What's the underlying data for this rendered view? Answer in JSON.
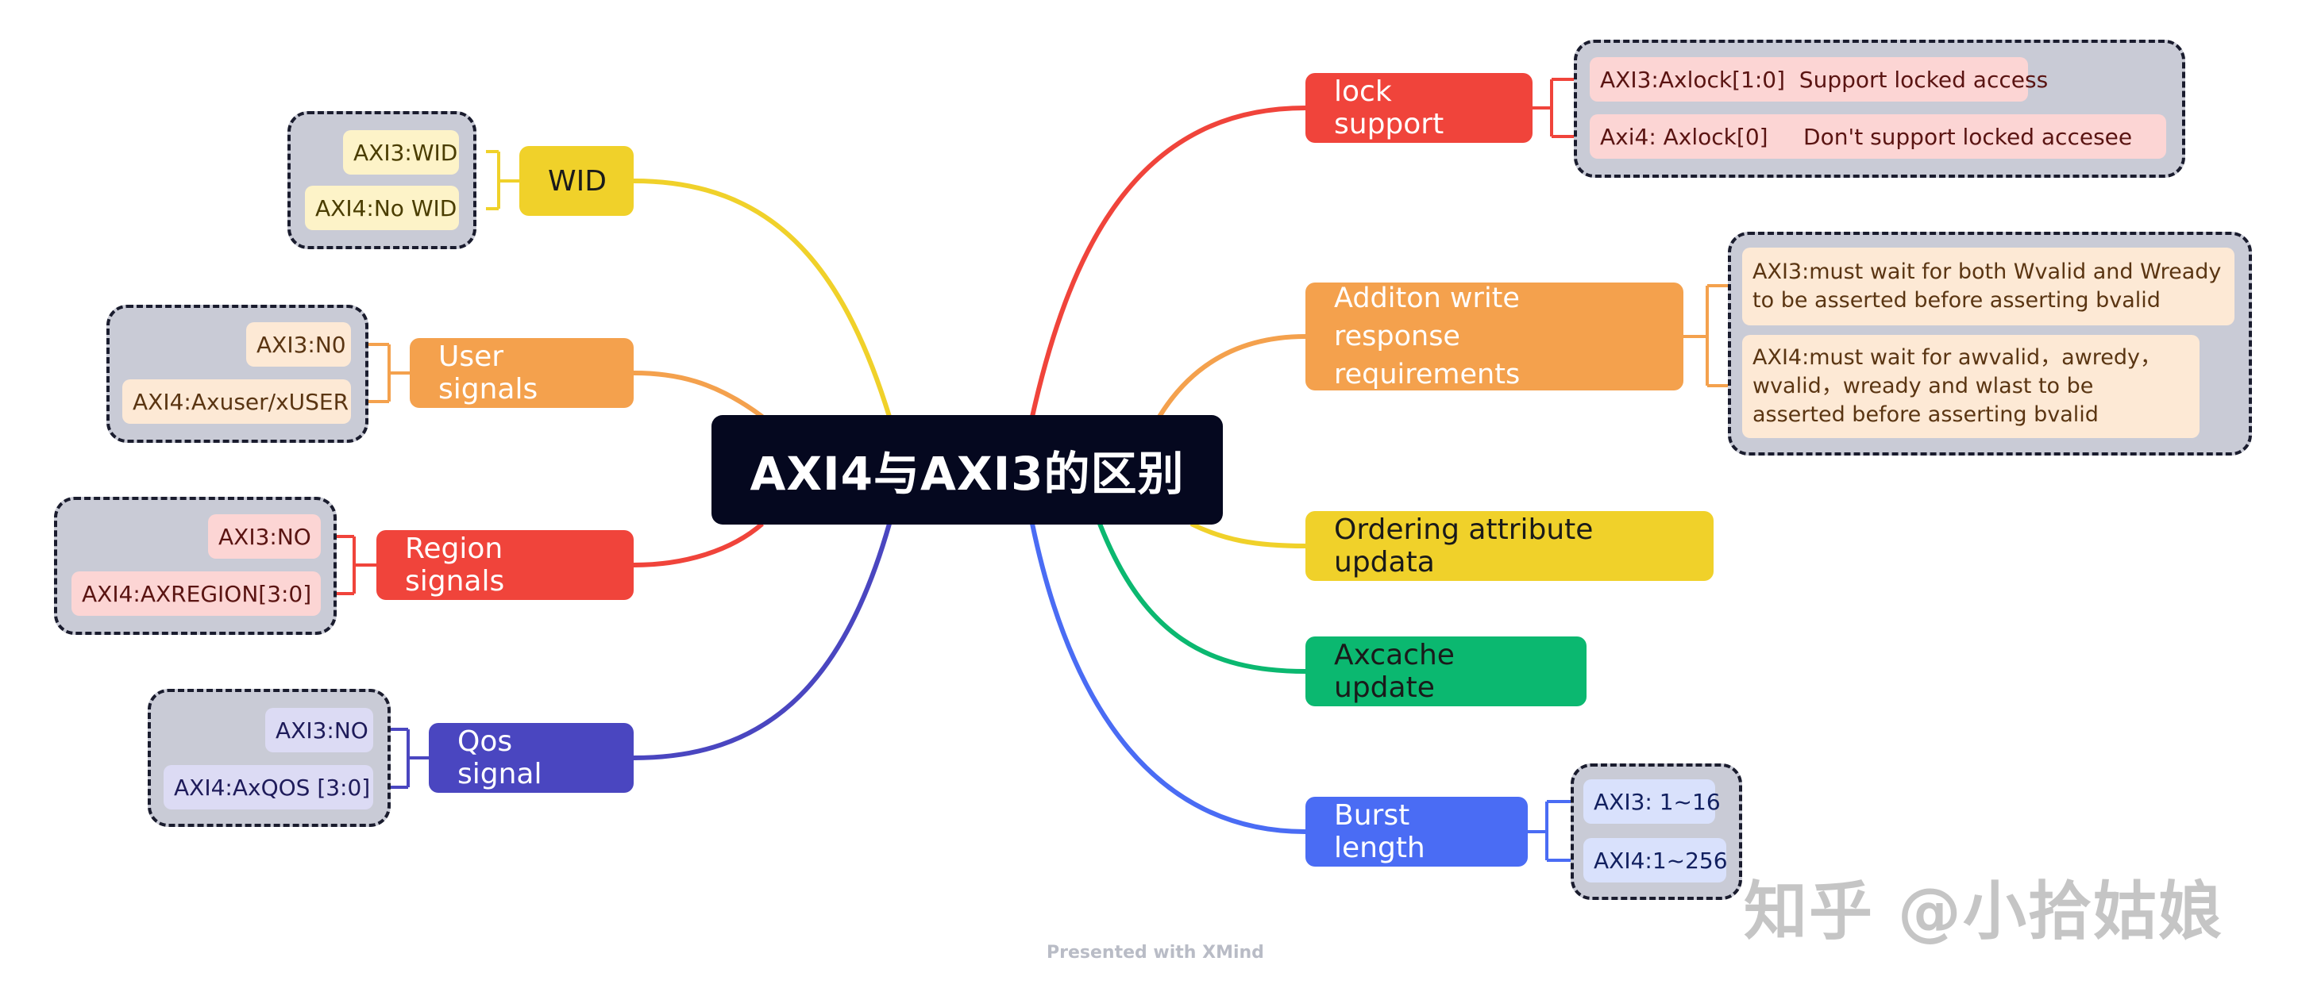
{
  "central": {
    "title": "AXI4与AXI3的区别"
  },
  "branches": {
    "wid": {
      "label": "WID",
      "color": "#f0d12a",
      "items": [
        "AXI3:WID",
        "AXI4:No WID"
      ]
    },
    "user_signals": {
      "label": "User signals",
      "color": "#f4a14d",
      "items": [
        "AXI3:N0",
        "AXI4:Axuser/xUSER"
      ]
    },
    "region_signals": {
      "label": "Region signals",
      "color": "#f0443b",
      "items": [
        "AXI3:NO",
        "AXI4:AXREGION[3:0]"
      ]
    },
    "qos_signal": {
      "label": "Qos signal",
      "color": "#4a46c0",
      "items": [
        "AXI3:NO",
        "AXI4:AxQOS [3:0]"
      ]
    },
    "lock_support": {
      "label": "lock support",
      "color": "#f0443b",
      "items": [
        "AXI3:Axlock[1:0]  Support locked access",
        "Axi4: Axlock[0]     Don't support locked accesee"
      ]
    },
    "write_response": {
      "label": "Additon write response requirements",
      "color": "#f4a14d",
      "items": [
        "AXI3:must wait for both  Wvalid and Wready to be asserted before asserting bvalid",
        "AXI4:must wait for awvalid，awredy，wvalid，wready and wlast to be asserted before asserting bvalid"
      ]
    },
    "ordering": {
      "label": "Ordering attribute updata",
      "color": "#f0d12a"
    },
    "axcache": {
      "label": "Axcache update",
      "color": "#0bb870"
    },
    "burst_length": {
      "label": "Burst length",
      "color": "#4a6cf4",
      "items": [
        "AXI3: 1~16",
        "AXI4:1~256"
      ]
    }
  },
  "footer": {
    "text": "Presented with XMind"
  },
  "watermark": {
    "text": "知乎 @小拾姑娘"
  }
}
